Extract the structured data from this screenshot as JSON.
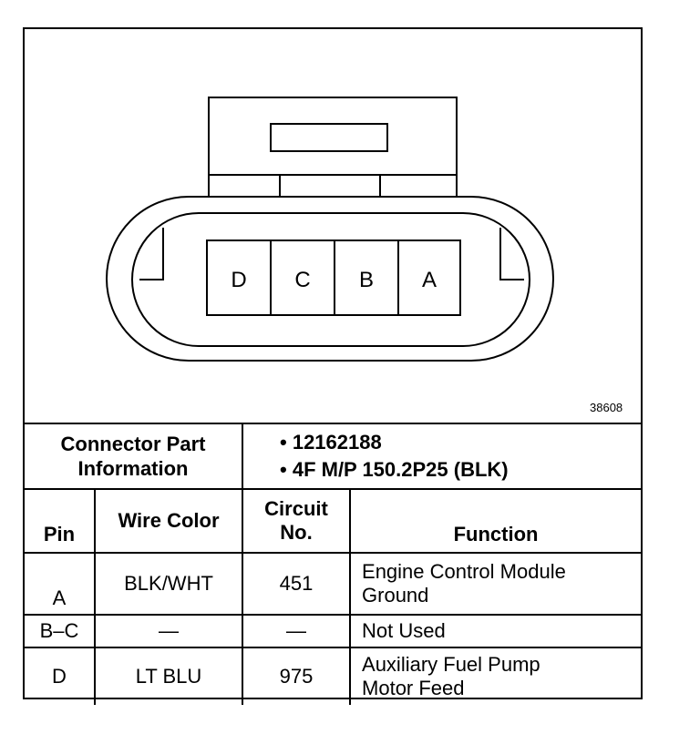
{
  "diagram": {
    "pins": [
      "D",
      "C",
      "B",
      "A"
    ],
    "diagram_number": "38608"
  },
  "connector_info": {
    "label_line1": "Connector Part",
    "label_line2": "Information",
    "parts": [
      "• 12162188",
      "• 4F M/P 150.2P25 (BLK)"
    ]
  },
  "table": {
    "headers": {
      "pin": "Pin",
      "wire_color": "Wire Color",
      "circuit_line1": "Circuit",
      "circuit_line2": "No.",
      "function": "Function"
    },
    "rows": [
      {
        "pin": "A",
        "wire_color": "BLK/WHT",
        "circuit": "451",
        "function_line1": "Engine Control Module",
        "function_line2": "Ground"
      },
      {
        "pin": "B–C",
        "wire_color": "—",
        "circuit": "—",
        "function_line1": "Not Used",
        "function_line2": ""
      },
      {
        "pin": "D",
        "wire_color": "LT BLU",
        "circuit": "975",
        "function_line1": "Auxiliary Fuel Pump",
        "function_line2": "Motor Feed"
      }
    ]
  }
}
